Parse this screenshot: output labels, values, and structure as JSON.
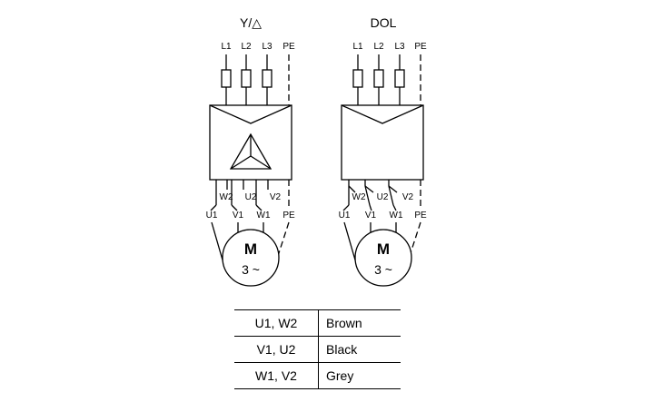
{
  "diagrams": [
    {
      "id": "star-delta",
      "title": "Y/△",
      "supply": [
        "L1",
        "L2",
        "L3",
        "PE"
      ],
      "output_upper": [
        "W2",
        "U2",
        "V2"
      ],
      "output_lower": [
        "U1",
        "V1",
        "W1",
        "PE"
      ],
      "motor": {
        "label": "M",
        "phase": "3 ~"
      },
      "triangle_symbol": true
    },
    {
      "id": "dol",
      "title": "DOL",
      "supply": [
        "L1",
        "L2",
        "L3",
        "PE"
      ],
      "output_upper": [
        "W2",
        "U2",
        "V2"
      ],
      "output_lower": [
        "U1",
        "V1",
        "W1",
        "PE"
      ],
      "motor": {
        "label": "M",
        "phase": "3 ~"
      },
      "triangle_symbol": false
    }
  ],
  "wire_colors": [
    {
      "terminals": "U1, W2",
      "color": "Brown"
    },
    {
      "terminals": "V1, U2",
      "color": "Black"
    },
    {
      "terminals": "W1, V2",
      "color": "Grey"
    }
  ]
}
